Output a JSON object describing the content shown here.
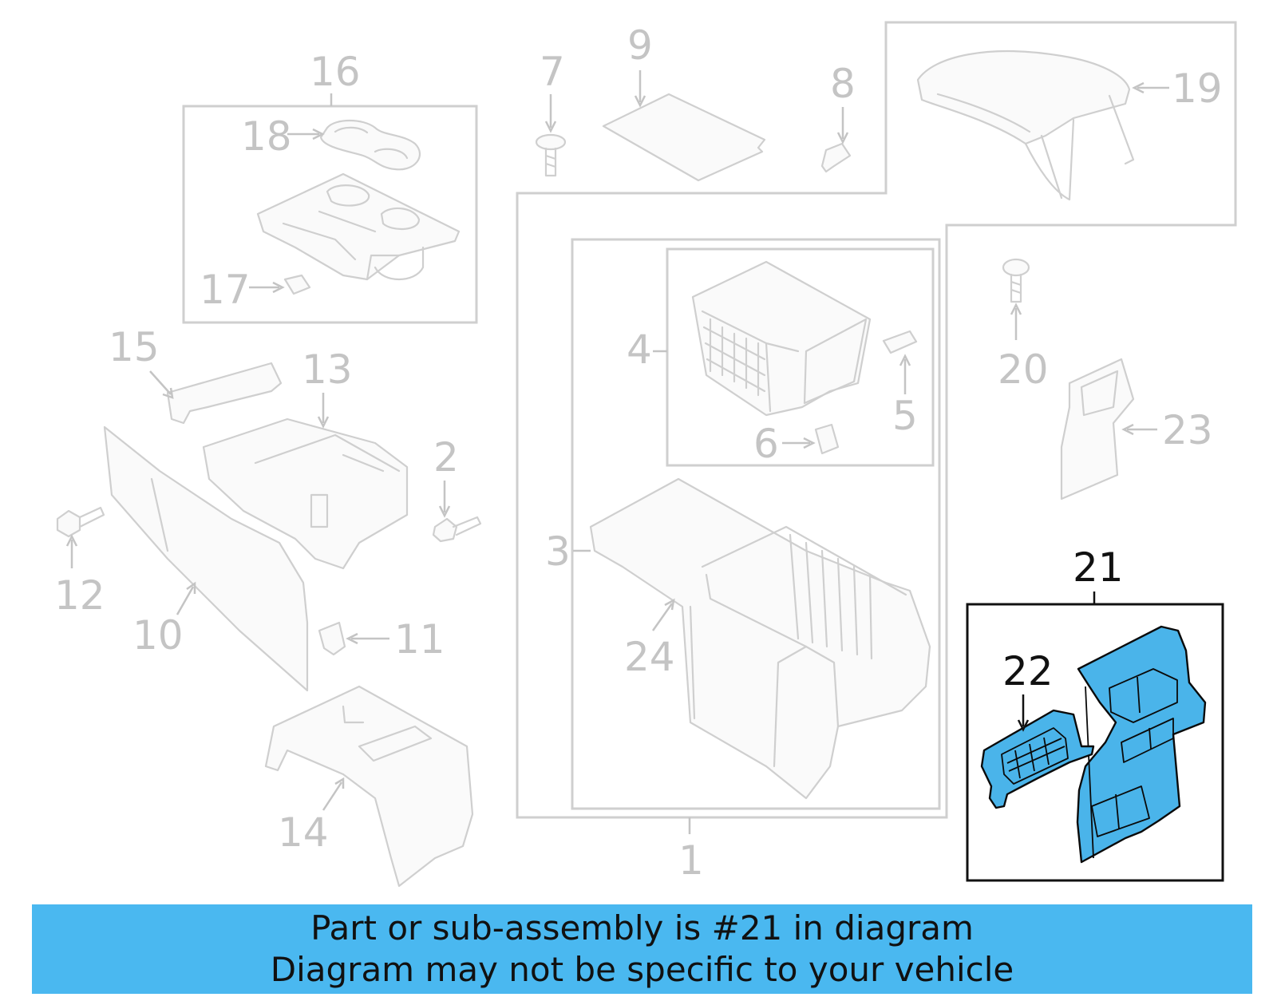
{
  "highlight_color": "#4ab8f0",
  "callouts": {
    "c1": "1",
    "c2": "2",
    "c3": "3",
    "c4": "4",
    "c5": "5",
    "c6": "6",
    "c7": "7",
    "c8": "8",
    "c9": "9",
    "c10": "10",
    "c11": "11",
    "c12": "12",
    "c13": "13",
    "c14": "14",
    "c15": "15",
    "c16": "16",
    "c17": "17",
    "c18": "18",
    "c19": "19",
    "c20": "20",
    "c21": "21",
    "c22": "22",
    "c23": "23",
    "c24": "24"
  },
  "banner": {
    "line1": "Part or sub-assembly is #21 in diagram",
    "line2": "Diagram may not be specific to your vehicle"
  }
}
